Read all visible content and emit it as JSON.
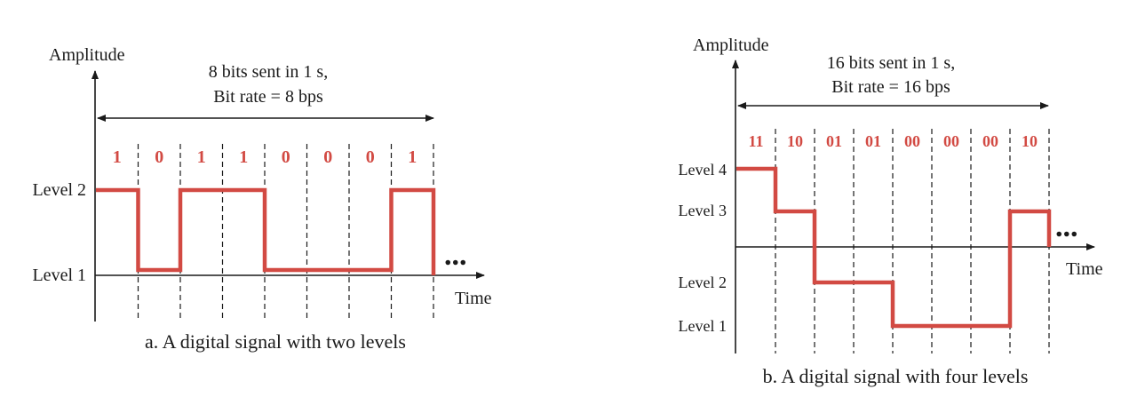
{
  "diagram_a": {
    "axis_y_label": "Amplitude",
    "axis_x_label": "Time",
    "caption": "a. A digital signal with two levels",
    "rate_line1": "8 bits sent in 1 s,",
    "rate_line2": "Bit rate = 8 bps",
    "level_labels": [
      "Level 2",
      "Level 1"
    ],
    "bits": [
      "1",
      "0",
      "1",
      "1",
      "0",
      "0",
      "0",
      "1"
    ],
    "levels": [
      2,
      1,
      2,
      2,
      1,
      1,
      1,
      2
    ],
    "continuation": "..."
  },
  "diagram_b": {
    "axis_y_label": "Amplitude",
    "axis_x_label": "Time",
    "caption": "b. A digital signal with four levels",
    "rate_line1": "16 bits sent in 1 s,",
    "rate_line2": "Bit rate = 16 bps",
    "level_labels": [
      "Level 4",
      "Level 3",
      "Level 2",
      "Level 1"
    ],
    "bits": [
      "11",
      "10",
      "01",
      "01",
      "00",
      "00",
      "00",
      "10"
    ],
    "levels": [
      4,
      3,
      2,
      2,
      1,
      1,
      1,
      3
    ],
    "continuation": "..."
  },
  "colors": {
    "signal": "#d24a43",
    "bits": "#d24a43",
    "axis": "#1a1a1a"
  }
}
